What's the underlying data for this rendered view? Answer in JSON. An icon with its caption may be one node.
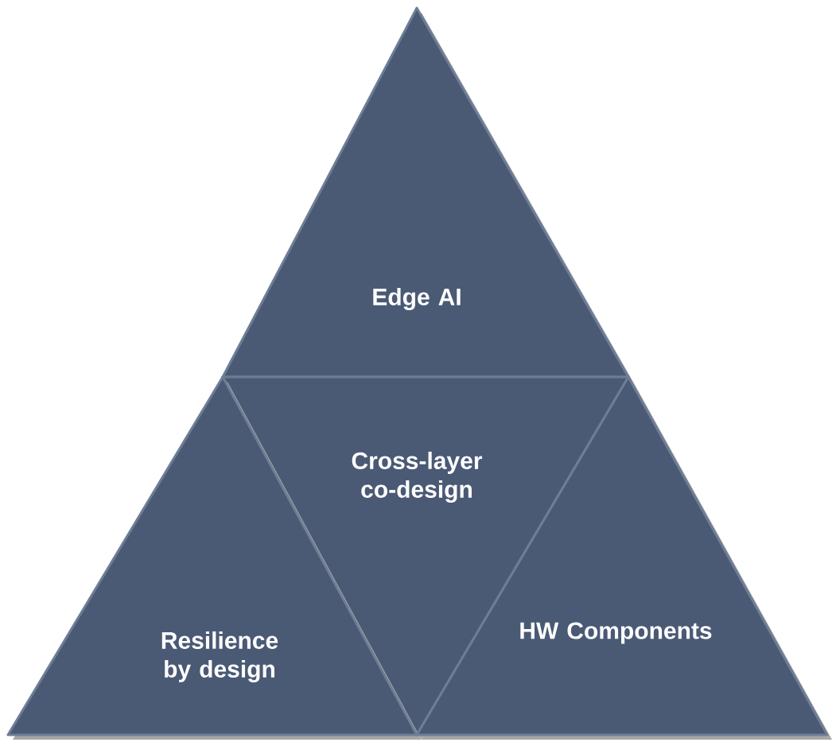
{
  "diagram": {
    "nodes": [
      {
        "text": [
          "Edge AI"
        ]
      },
      {
        "text": [
          "Cross-layer co-design"
        ]
      },
      {
        "text": [
          "Resilience by design"
        ]
      },
      {
        "text": [
          "HW Components"
        ]
      }
    ]
  }
}
